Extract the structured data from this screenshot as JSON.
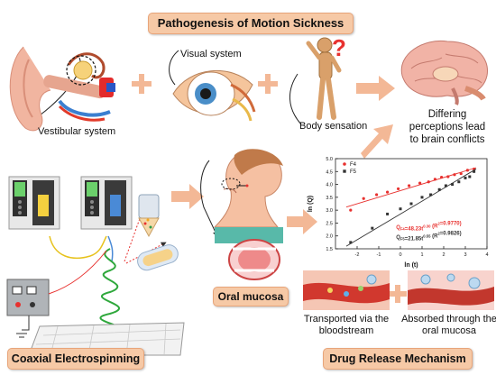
{
  "header": {
    "title": "Pathogenesis of Motion Sickness"
  },
  "top_row": {
    "vestibular_label": "Vestibular system",
    "visual_label": "Visual system",
    "body_label": "Body sensation",
    "question_mark": "?",
    "brain_label": "Differing perceptions lead to brain conflicts"
  },
  "middle": {
    "oral_mucosa_label": "Oral mucosa"
  },
  "bottom": {
    "coaxial_label": "Coaxial Electrospinning",
    "drug_release_label": "Drug Release Mechanism",
    "transported_label": "Transported via the bloodstream",
    "absorbed_label": "Absorbed through the oral mucosa"
  },
  "colors": {
    "pill_fill": "#f6c9a6",
    "arrow": "#f3b896",
    "red_series": "#e8312f",
    "black_series": "#333333"
  },
  "chart_data": {
    "type": "scatter",
    "xlabel": "ln (t)",
    "ylabel": "ln (Q)",
    "xlim": [
      -3,
      4
    ],
    "ylim": [
      1.5,
      5.0
    ],
    "xticks": [
      -2,
      -1,
      0,
      1,
      2,
      3,
      4
    ],
    "yticks": [
      1.5,
      2.0,
      2.5,
      3.0,
      3.5,
      4.0,
      4.5,
      5.0
    ],
    "xtick_labels": [
      "-2",
      "-1",
      "0",
      "1",
      "2",
      "3",
      "4"
    ],
    "ytick_labels": [
      "1.5",
      "2.0",
      "2.5",
      "3.0",
      "3.5",
      "4.0",
      "4.5",
      "5.0"
    ],
    "series": [
      {
        "name": "F4",
        "color": "#e8312f",
        "marker": "circle",
        "x": [
          -2.3,
          -1.7,
          -1.1,
          -0.6,
          -0.1,
          0.4,
          0.9,
          1.3,
          1.6,
          1.9,
          2.2,
          2.5,
          2.8,
          3.1,
          3.4
        ],
        "y": [
          3.0,
          3.45,
          3.6,
          3.7,
          3.83,
          3.95,
          4.05,
          4.1,
          4.2,
          4.28,
          4.3,
          4.38,
          4.42,
          4.55,
          4.6
        ],
        "fit": {
          "x": [
            -2.5,
            3.5
          ],
          "y": [
            3.12,
            4.65
          ]
        }
      },
      {
        "name": "F5",
        "color": "#333333",
        "marker": "square",
        "x": [
          -2.3,
          -1.3,
          -0.6,
          0.0,
          0.5,
          1.0,
          1.4,
          1.8,
          2.1,
          2.4,
          2.7,
          3.0,
          3.2,
          3.4
        ],
        "y": [
          1.75,
          2.3,
          2.85,
          3.05,
          3.25,
          3.5,
          3.6,
          3.8,
          3.95,
          4.0,
          4.1,
          4.25,
          4.3,
          4.5
        ],
        "fit": {
          "x": [
            -2.5,
            3.5
          ],
          "y": [
            1.6,
            4.6
          ]
        }
      }
    ],
    "annotations": [
      {
        "series": "F4",
        "equation": "Q",
        "sub": "F4",
        "rest": "=48.23t",
        "sup": "0.30",
        "r2": "(R",
        "r2sup": "2",
        "r2rest": "=0.9770)"
      },
      {
        "series": "F5",
        "equation": "Q",
        "sub": "F5",
        "rest": "=21.85t",
        "sup": "0.55",
        "r2": "(R",
        "r2sup": "2",
        "r2rest": "=0.9826)"
      }
    ]
  }
}
